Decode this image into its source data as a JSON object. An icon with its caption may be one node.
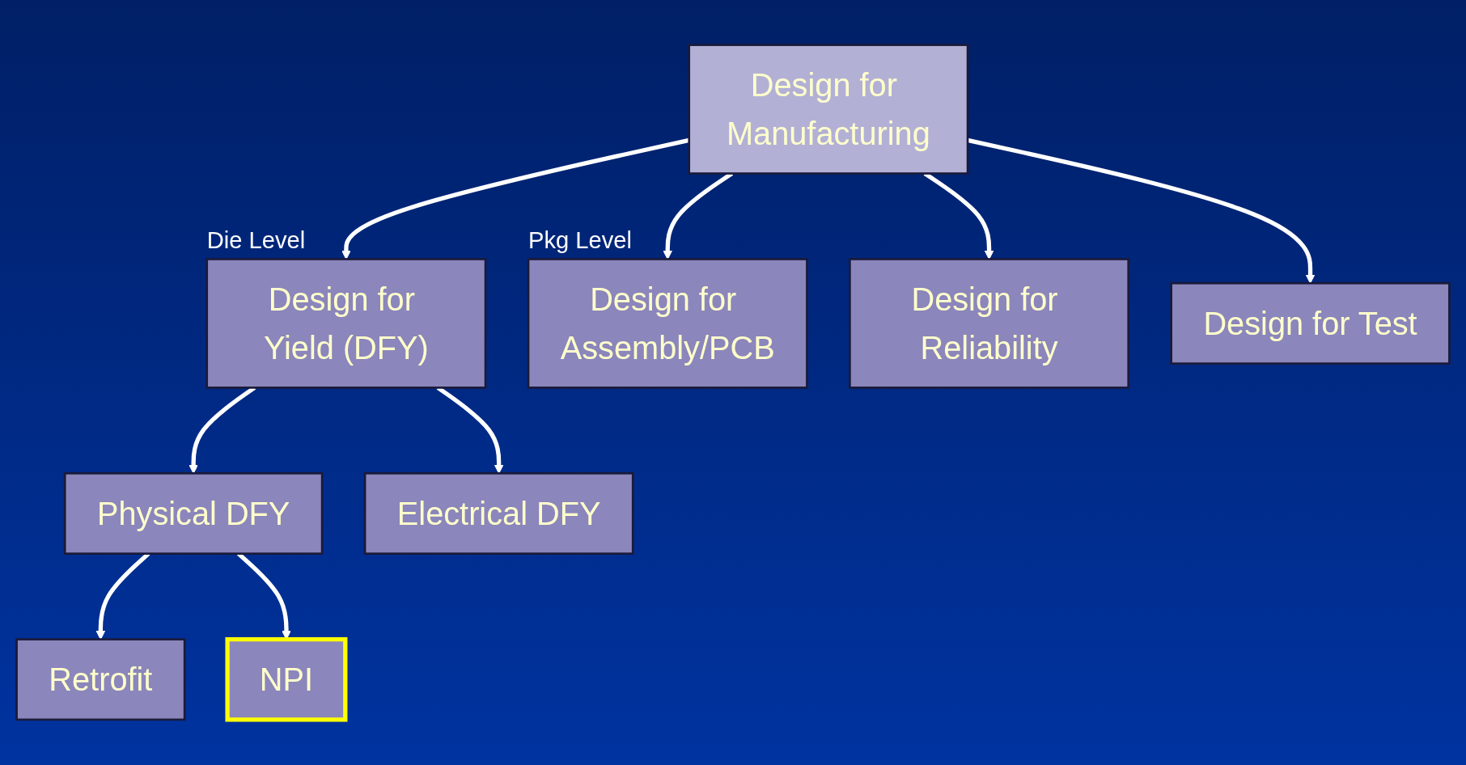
{
  "diagram": {
    "nodes": [
      {
        "text": [
          "Design for Manufacturing"
        ]
      },
      {
        "text": [
          "Design for Yield (DFY)"
        ],
        "beside": [
          "Die Level"
        ]
      },
      {
        "text": [
          "Design for Assembly/PCB"
        ],
        "beside": [
          "Pkg Level"
        ]
      },
      {
        "text": [
          "Design for Reliability"
        ]
      },
      {
        "text": [
          "Design for Test"
        ]
      },
      {
        "text": [
          "Physical DFY"
        ]
      },
      {
        "text": [
          "Electrical DFY"
        ]
      },
      {
        "text": [
          "Retrofit"
        ]
      },
      {
        "text": [
          "NPI"
        ]
      }
    ],
    "edges": [
      {
        "from": 0,
        "to": 1,
        "arrow": "to"
      },
      {
        "from": 0,
        "to": 2,
        "arrow": "to"
      },
      {
        "from": 0,
        "to": 3,
        "arrow": "to"
      },
      {
        "from": 0,
        "to": 4,
        "arrow": "to"
      },
      {
        "from": 1,
        "to": 5,
        "arrow": "to"
      },
      {
        "from": 1,
        "to": 6,
        "arrow": "to"
      },
      {
        "from": 5,
        "to": 7,
        "arrow": "to"
      },
      {
        "from": 5,
        "to": 8,
        "arrow": "to"
      }
    ]
  }
}
